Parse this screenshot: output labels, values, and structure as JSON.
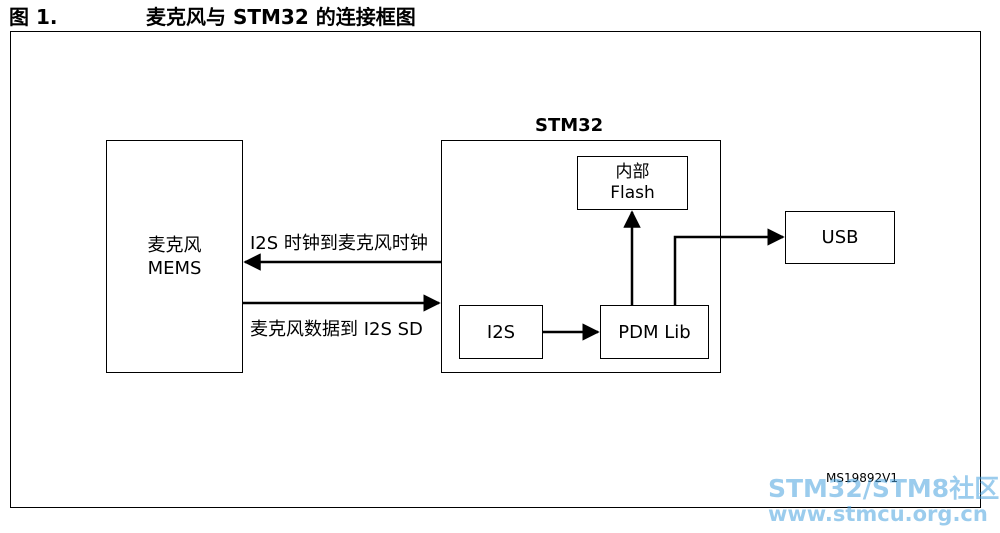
{
  "figure": {
    "number": "图 1.",
    "title": "麦克风与 STM32 的连接框图"
  },
  "blocks": {
    "microphone": {
      "line1": "麦克风",
      "line2": "MEMS"
    },
    "stm32": {
      "label": "STM32"
    },
    "flash": {
      "line1": "内部",
      "line2": "Flash"
    },
    "i2s": {
      "label": "I2S"
    },
    "pdm_lib": {
      "label": "PDM Lib"
    },
    "usb": {
      "label": "USB"
    }
  },
  "arrows": {
    "clock": "I2S 时钟到麦克风时钟",
    "data": "麦克风数据到 I2S SD"
  },
  "reference": "MS19892V1",
  "watermark": {
    "line1": "STM32/STM8社区",
    "line2": "www.stmcu.org.cn"
  }
}
